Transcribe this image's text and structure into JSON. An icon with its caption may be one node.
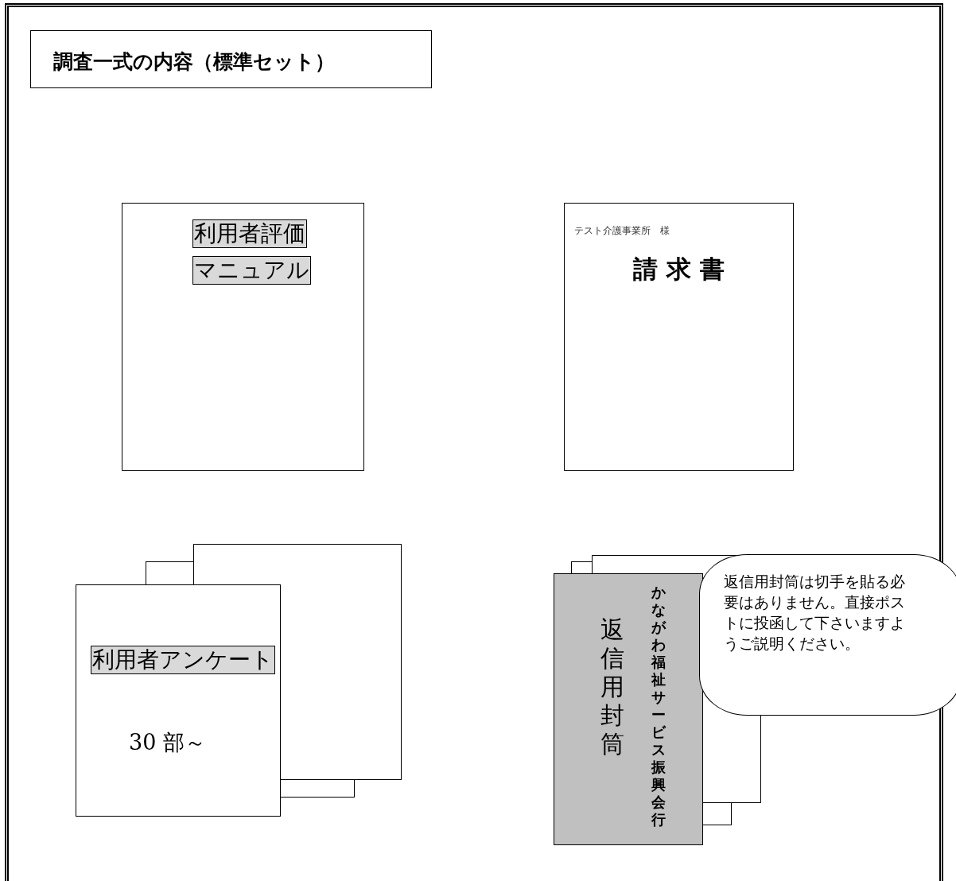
{
  "diagram": {
    "nodes": [
      {
        "text": [
          "調査一式の内容（標準セット）"
        ]
      },
      {
        "text": [
          "利用者評価",
          "マニュアル"
        ]
      },
      {
        "text": [
          "テスト介護事業所　様",
          "請 求 書"
        ]
      },
      {
        "text": [],
        "shape": "box"
      },
      {
        "text": [],
        "shape": "box"
      },
      {
        "text": [
          "利用者アンケート",
          "30 部～"
        ]
      },
      {
        "text": [],
        "shape": "box"
      },
      {
        "text": [],
        "shape": "box"
      },
      {
        "text": [
          "返信用封筒",
          "かながわ福祉サービス振興会行"
        ]
      },
      {
        "text": [
          "返信用封筒は切手を貼る必要はありません。直接ポストに投函して下さいますようご説明ください。"
        ]
      }
    ]
  }
}
